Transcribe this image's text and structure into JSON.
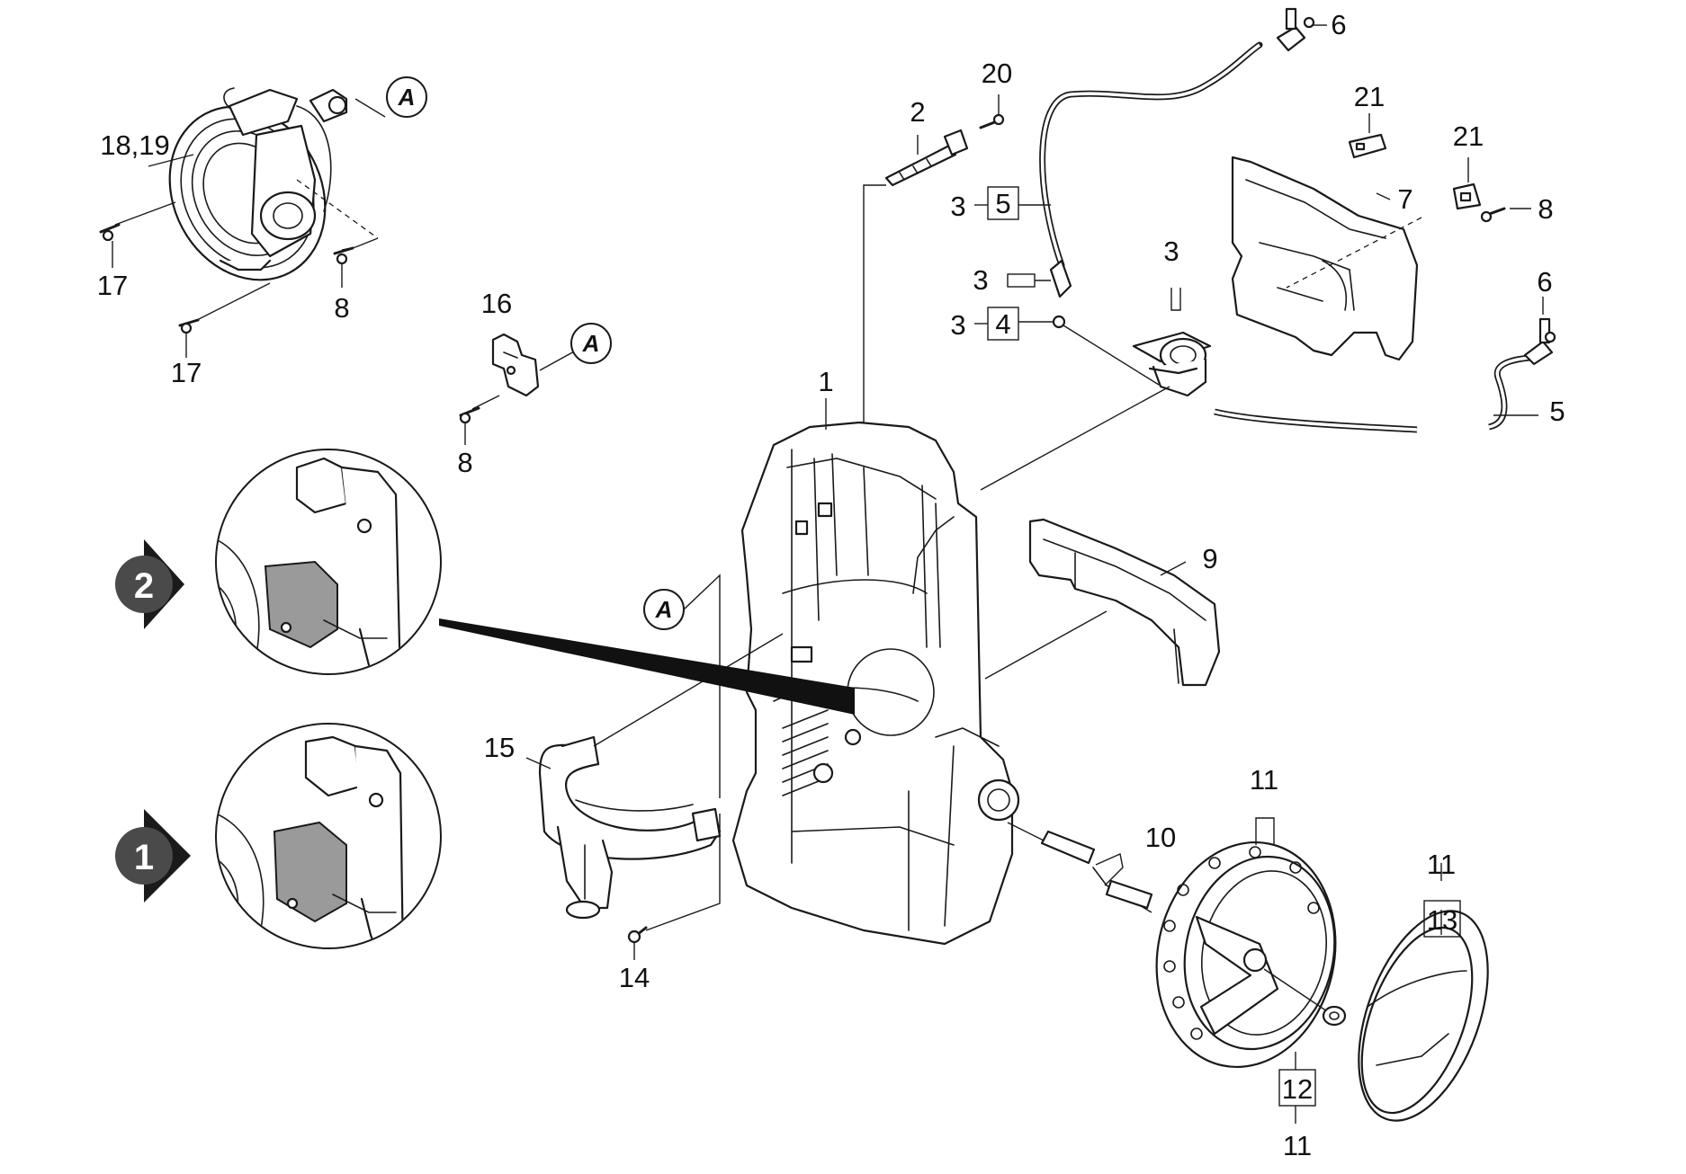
{
  "callouts": {
    "c1": "1",
    "c2": "2",
    "c3a": "3",
    "c3b": "3",
    "c3c": "3",
    "c3d": "3",
    "c4": "4",
    "c5a": "5",
    "c5b": "5",
    "c6a": "6",
    "c6b": "6",
    "c7": "7",
    "c8a": "8",
    "c8b": "8",
    "c8c": "8",
    "c9": "9",
    "c10": "10",
    "c11a": "11",
    "c11b": "11",
    "c11c": "11",
    "c12": "12",
    "c13": "13",
    "c14": "14",
    "c15": "15",
    "c16": "16",
    "c17a": "17",
    "c17b": "17",
    "c1819": "18,19",
    "c20": "20",
    "c21a": "21",
    "c21b": "21"
  },
  "reference_markers": {
    "a1": "A",
    "a2": "A",
    "a3": "A"
  },
  "detail_steps": {
    "step2": "2",
    "step1": "1"
  }
}
